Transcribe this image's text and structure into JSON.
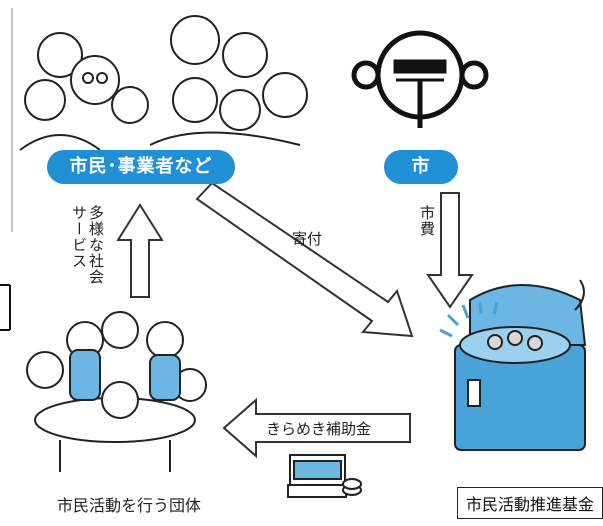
{
  "nodes": {
    "citizens": "市民･事業者など",
    "city": "市",
    "groups": "市民活動を行う団体",
    "fund": "市民活動推進基金"
  },
  "arrows": {
    "donation": "寄付",
    "city_funds": "市費",
    "diverse_services": "多様な社会サービス",
    "grant": "きらめき補助金"
  },
  "colors": {
    "accent": "#1f8fd6",
    "line": "#222222",
    "chest": "#4aa3d8"
  }
}
